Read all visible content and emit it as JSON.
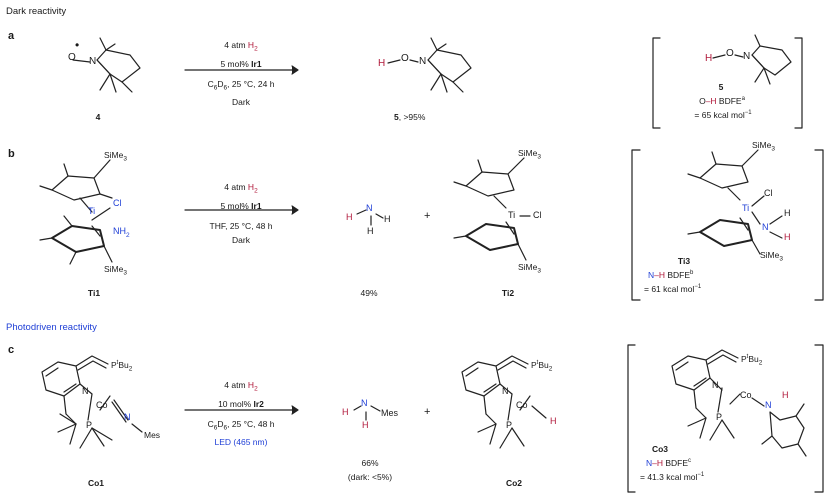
{
  "sections": {
    "dark": "Dark reactivity",
    "photo": "Photodriven reactivity"
  },
  "panels": {
    "a": "a",
    "b": "b",
    "c": "c"
  },
  "row_a": {
    "cond1_pre": "4 atm ",
    "cond1_h": "H",
    "cond1_sub": "2",
    "cond2_pre": "5 mol% ",
    "cond2_cat": "Ir1",
    "cond3_a": "C",
    "cond3_s1": "6",
    "cond3_b": "D",
    "cond3_s2": "6",
    "cond3_c": ", 25 °C, 24 h",
    "cond4": "Dark",
    "reactant": "4",
    "product": "5",
    "product_yield": ", >95%",
    "box_label": "5",
    "box_bond_o": "O",
    "box_bond_dash": "–",
    "box_bond_h": "H",
    "box_bdfe": " BDFE",
    "box_bdfe_sup": "a",
    "box_value": "= 65 kcal mol",
    "box_value_sup": "−1",
    "atom_O": "O",
    "atom_N": "N",
    "atom_H": "H",
    "radical_dot": "•"
  },
  "row_b": {
    "cond1_pre": "4 atm ",
    "cond1_h": "H",
    "cond1_sub": "2",
    "cond2_pre": "5 mol% ",
    "cond2_cat": "Ir1",
    "cond3": "THF, 25 °C, 48 h",
    "cond4": "Dark",
    "reactant": "Ti1",
    "yield": "49%",
    "product2": "Ti2",
    "plus": "+",
    "box_label": "Ti3",
    "box_bond_n": "N",
    "box_bond_dash": "–",
    "box_bond_h": "H",
    "box_bdfe": " BDFE",
    "box_bdfe_sup": "b",
    "box_value": "= 61 kcal mol",
    "box_value_sup": "−1",
    "sime3_a": "SiMe",
    "sime3_sub": "3",
    "ti": "Ti",
    "cl": "Cl",
    "nh2": "NH",
    "nh2_sub": "2",
    "h": "H",
    "n": "N"
  },
  "row_c": {
    "cond1_pre": "4 atm ",
    "cond1_h": "H",
    "cond1_sub": "2",
    "cond2_pre": "10 mol% ",
    "cond2_cat": "Ir2",
    "cond3_a": "C",
    "cond3_s1": "6",
    "cond3_b": "D",
    "cond3_s2": "6",
    "cond3_c": ", 25 °C, 48 h",
    "cond4": "LED (465 nm)",
    "reactant": "Co1",
    "yield": "66%",
    "yield_dark": "(dark: <5%)",
    "product2": "Co2",
    "plus": "+",
    "box_label": "Co3",
    "box_bond_n": "N",
    "box_bond_dash": "–",
    "box_bond_h": "H",
    "box_bdfe": " BDFE",
    "box_bdfe_sup": "c",
    "box_value": "= 41.3 kcal mol",
    "box_value_sup": "−1",
    "ptbu2_p": "P",
    "ptbu2_sup": "t",
    "ptbu2_bu": "Bu",
    "ptbu2_sub": "2",
    "co": "Co",
    "n": "N",
    "p": "P",
    "h": "H",
    "mes": "Mes"
  },
  "colors": {
    "hydrogen": "#b0183a",
    "nitrogen": "#1f3fd6",
    "led": "#1f3fd6",
    "text": "#1a1a1a"
  }
}
